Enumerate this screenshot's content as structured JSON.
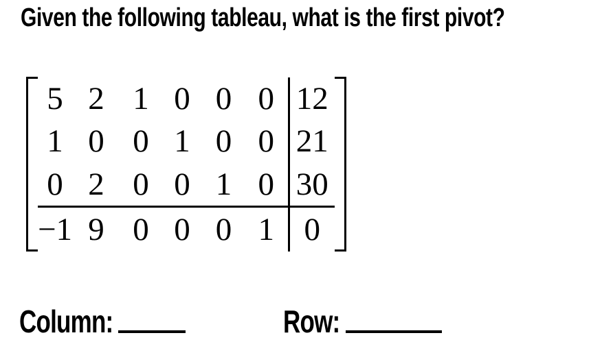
{
  "question": {
    "title": "Given the following tableau, what is the first pivot?"
  },
  "tableau": {
    "rows": [
      [
        "5",
        "2",
        "1",
        "0",
        "0",
        "0",
        "12"
      ],
      [
        "1",
        "0",
        "0",
        "1",
        "0",
        "0",
        "21"
      ],
      [
        "0",
        "2",
        "0",
        "0",
        "1",
        "0",
        "30"
      ],
      [
        "−1",
        "9",
        "0",
        "0",
        "0",
        "1",
        "0"
      ]
    ]
  },
  "answer_fields": {
    "column_label": "Column:",
    "row_label": "Row:"
  },
  "colors": {
    "text": "#000000",
    "background": "#ffffff"
  }
}
